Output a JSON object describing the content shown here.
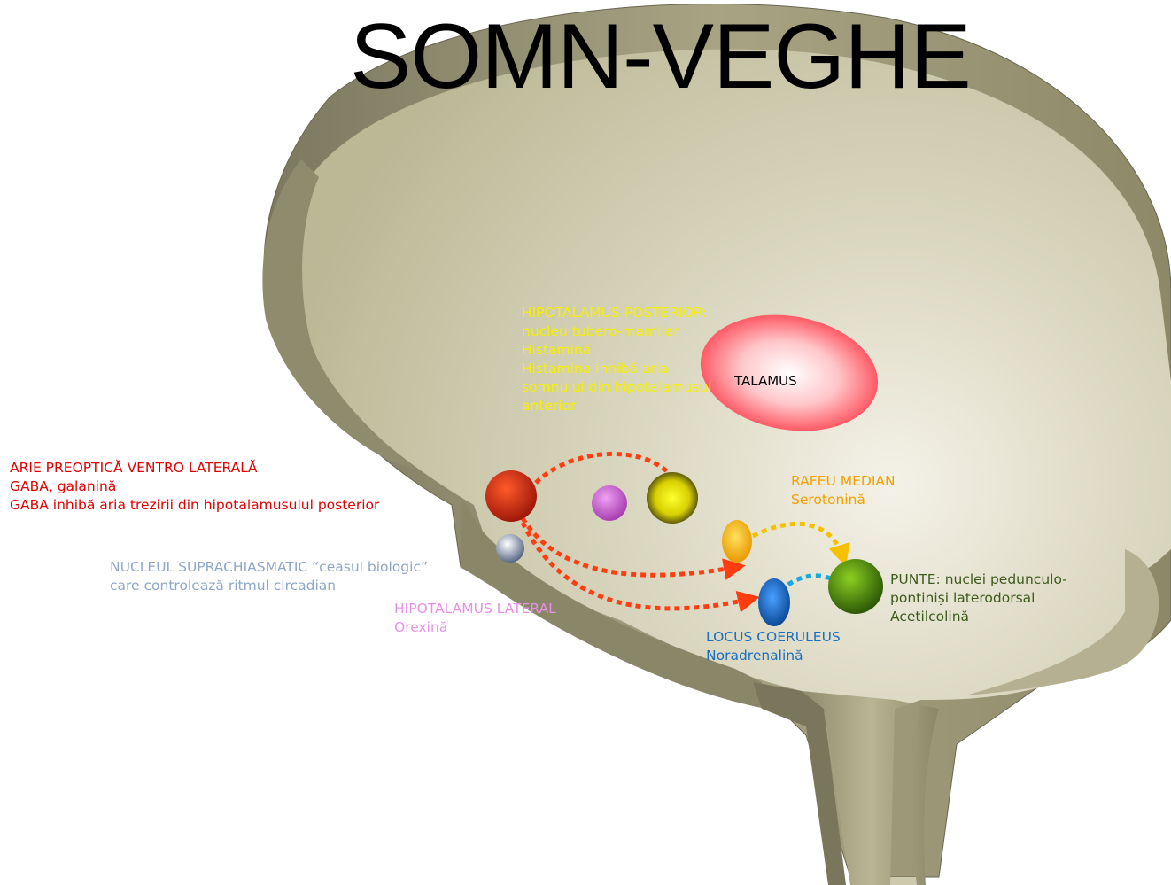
{
  "title": {
    "text": "SOMN-VEGHE"
  },
  "structures": {
    "thalamus": {
      "label": "TALAMUS",
      "color": "#ff6f78"
    },
    "preoptic_area": {
      "lines": [
        "ARIE PREOPTICĂ VENTRO LATERALĂ",
        "GABA, galanină",
        "GABA inhibă aria trezirii din hipotalamusulul posterior"
      ],
      "color": "#e00000",
      "node_color": "#c71a0c"
    },
    "suprachiasmatic": {
      "lines": [
        "NUCLEUL SUPRACHIASMATIC  “ceasul biologic”",
        "care controlează ritmul circadian"
      ],
      "color": "#8fa6c8",
      "node_color": "#aab8d6"
    },
    "lateral_hypothalamus": {
      "lines": [
        "HIPOTALAMUS LATERAL",
        "Orexină"
      ],
      "color": "#e890e8",
      "node_color": "#c45fcf"
    },
    "posterior_hypothalamus": {
      "lines": [
        "HIPOTALAMUS POSTERIOR:",
        "nucleu tubero-mamilar",
        "Histamină",
        "Histamina inhibă aria",
        "somnului din hipotalamusul",
        "anterior"
      ],
      "color": "#f5f000",
      "node_color": "#e8e200"
    },
    "raphe": {
      "lines": [
        "RAFEU MEDIAN",
        "Serotonină"
      ],
      "color": "#f5a000",
      "node_color": "#f2b800"
    },
    "locus_coeruleus": {
      "lines": [
        "LOCUS COERULEUS",
        "Noradrenalină"
      ],
      "color": "#1a6fc0",
      "node_color": "#2a78c8"
    },
    "pons": {
      "lines": [
        "PUNTE: nuclei pedunculo-",
        "pontinişi laterodorsal",
        "Acetilcolină"
      ],
      "color": "#3e5a1e",
      "node_color": "#4f8a14"
    }
  },
  "colors": {
    "brain_fill": "#c9c5a4",
    "brain_edge": "#8a8670",
    "arrow_red": "#ff3d10",
    "arrow_yellow": "#f5c000",
    "arrow_blue": "#1aa8e0"
  }
}
